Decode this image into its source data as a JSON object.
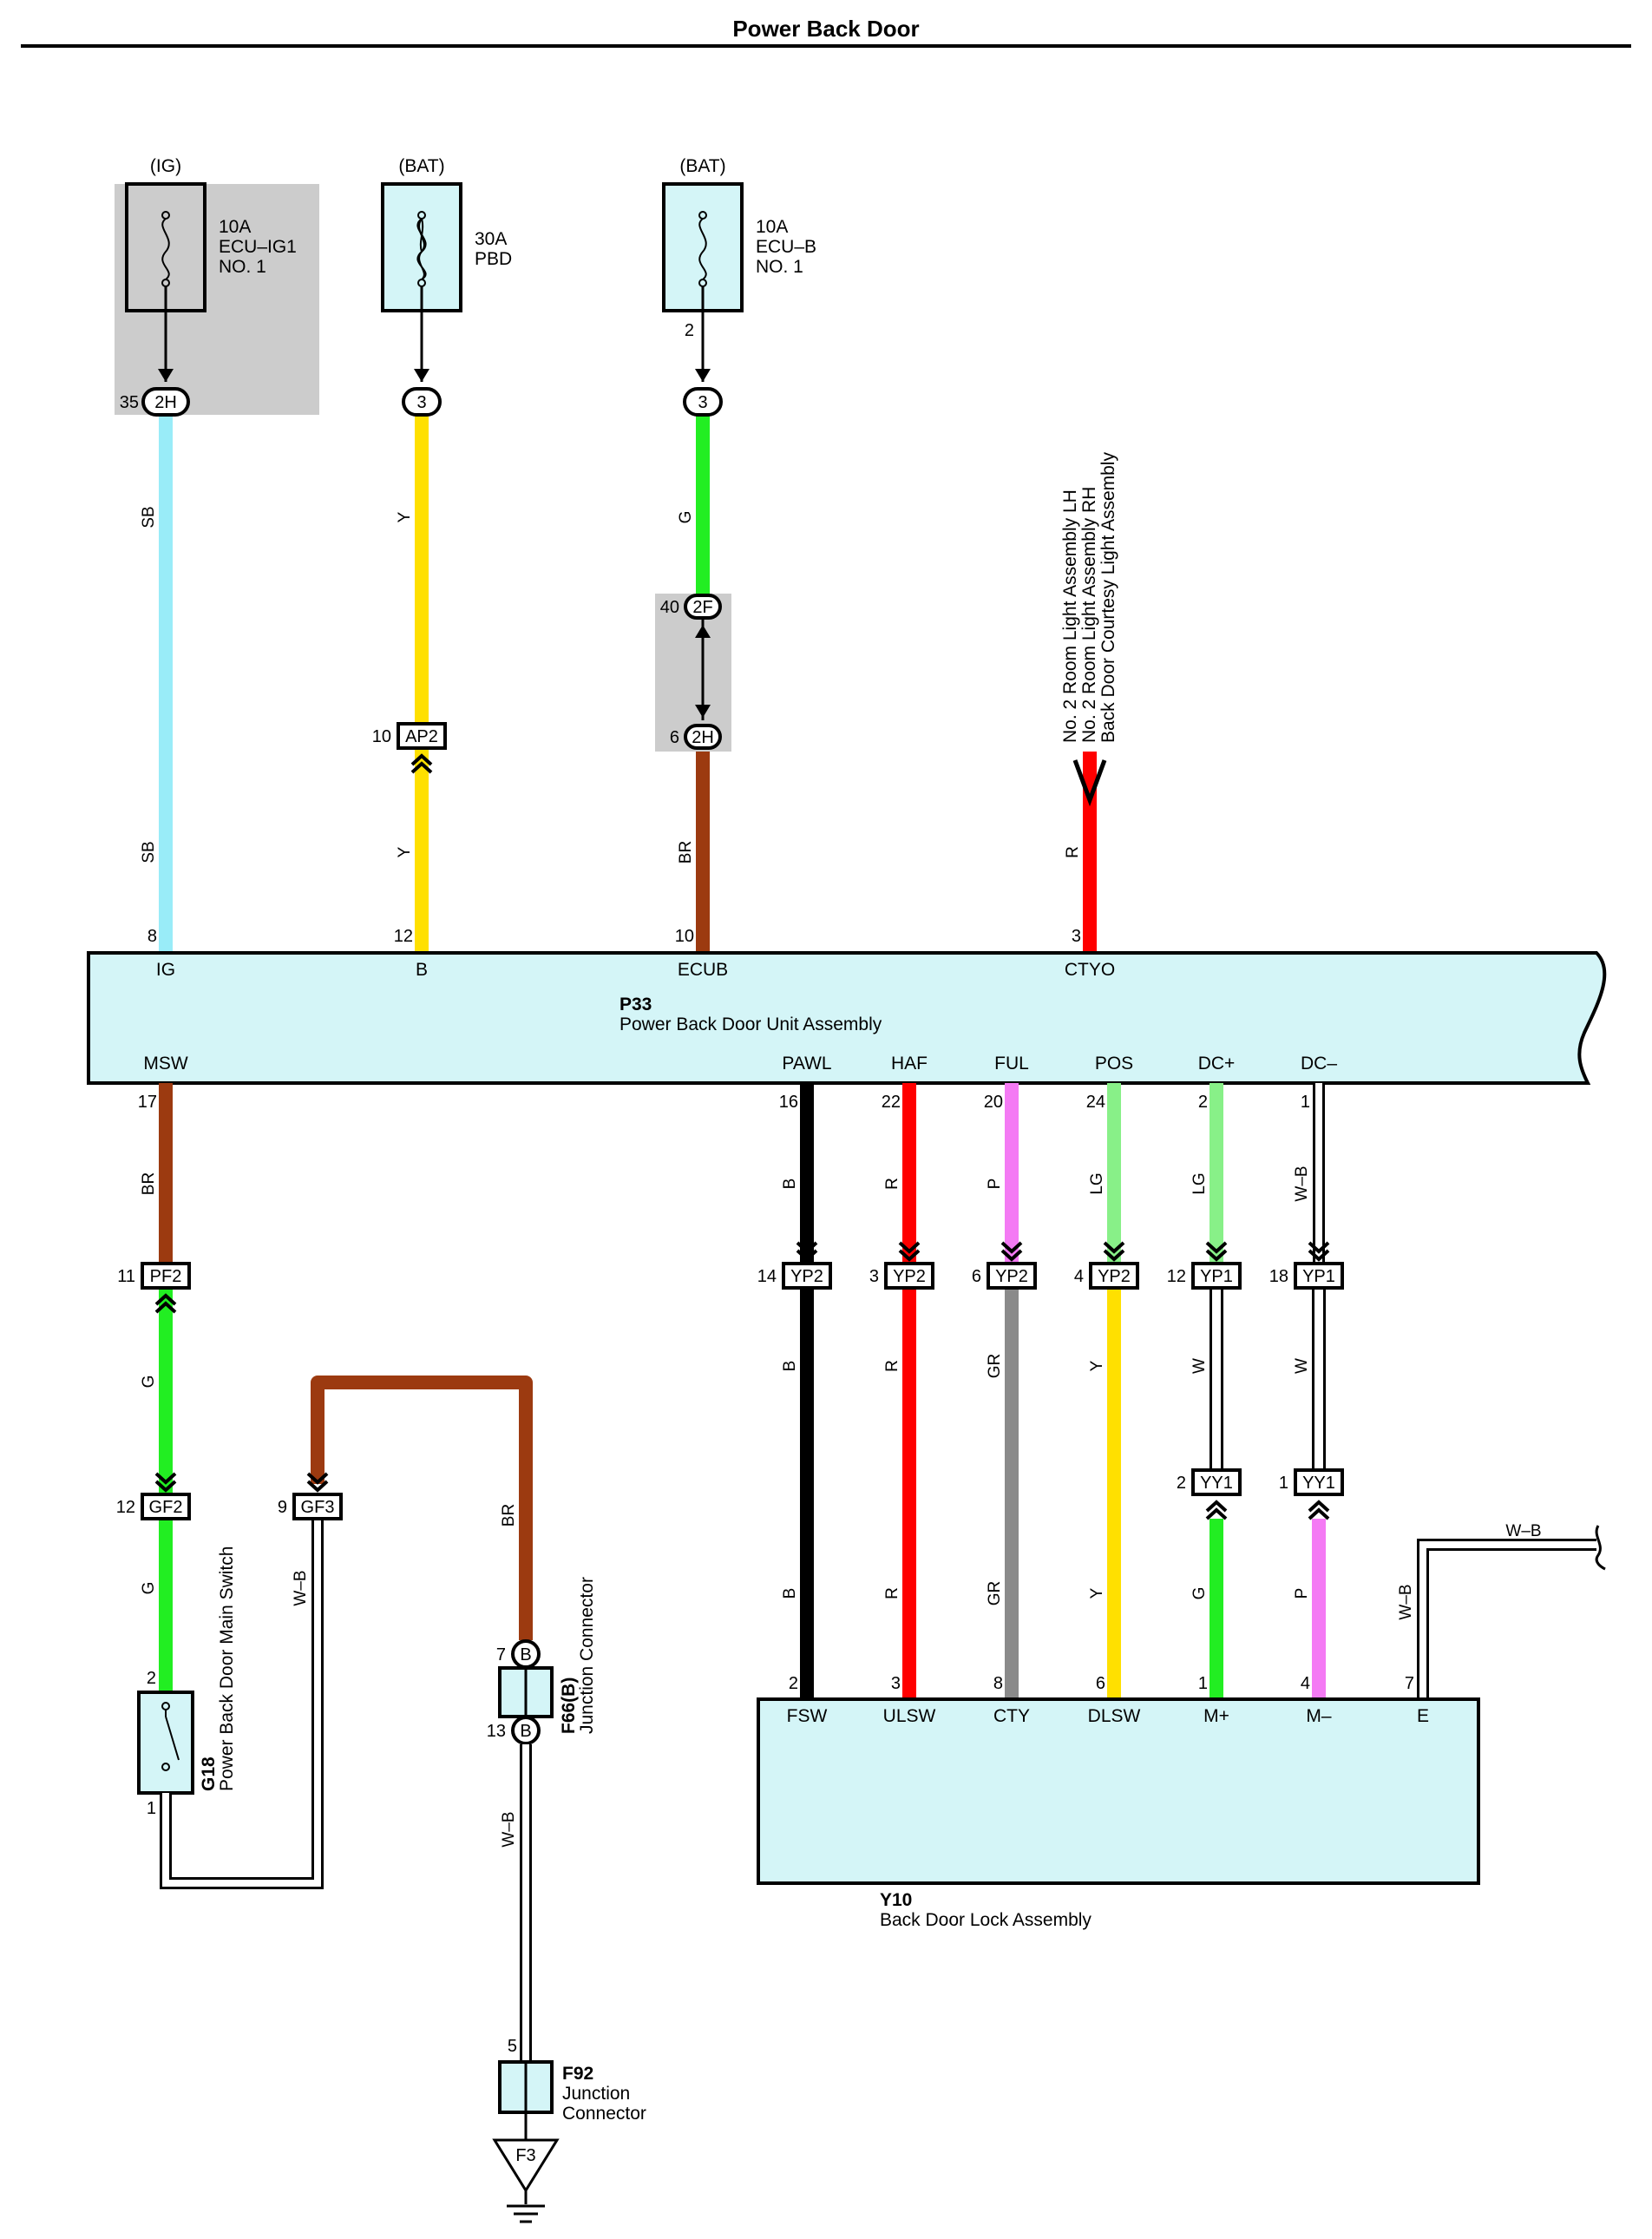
{
  "title": "Power Back Door",
  "colors": {
    "box_fill": "#d4f5f7",
    "sb": "#99ecf8",
    "y": "#ffe000",
    "g": "#22ee22",
    "br": "#9c3a10",
    "r": "#ff0000",
    "b": "#000000",
    "p": "#f47af4",
    "lg": "#88f088",
    "gr": "#8a8a8a",
    "shade": "#cccccc"
  },
  "power": {
    "ig_source": "(IG)",
    "bat_source_1": "(BAT)",
    "bat_source_2": "(BAT)",
    "fuse1": {
      "amp": "10A",
      "line1": "ECU–IG1",
      "line2": "NO. 1"
    },
    "fuse2": {
      "amp": "30A",
      "line1": "PBD"
    },
    "fuse3": {
      "amp": "10A",
      "line1": "ECU–B",
      "line2": "NO. 1",
      "pin": "2"
    }
  },
  "connectors": {
    "c2h_top": {
      "pin": "35",
      "name": "2H"
    },
    "c3_a": {
      "name": "3"
    },
    "c3_b": {
      "name": "3"
    },
    "c2f": {
      "pin": "40",
      "name": "2F"
    },
    "c2h_mid": {
      "pin": "6",
      "name": "2H"
    },
    "ap2": {
      "pin": "10",
      "name": "AP2"
    },
    "pf2": {
      "pin": "11",
      "name": "PF2"
    },
    "gf2": {
      "pin": "12",
      "name": "GF2"
    },
    "gf3": {
      "pin": "9",
      "name": "GF3"
    },
    "yp2_a": {
      "pin": "14",
      "name": "YP2"
    },
    "yp2_b": {
      "pin": "3",
      "name": "YP2"
    },
    "yp2_c": {
      "pin": "6",
      "name": "YP2"
    },
    "yp2_d": {
      "pin": "4",
      "name": "YP2"
    },
    "yp1_a": {
      "pin": "12",
      "name": "YP1"
    },
    "yp1_b": {
      "pin": "18",
      "name": "YP1"
    },
    "yy1_a": {
      "pin": "2",
      "name": "YY1"
    },
    "yy1_b": {
      "pin": "1",
      "name": "YY1"
    },
    "f66_top": {
      "pin": "7",
      "name": "B"
    },
    "f66_bot": {
      "pin": "13",
      "name": "B"
    }
  },
  "wire_codes": {
    "sb_top": "SB",
    "sb_bot": "SB",
    "y_top": "Y",
    "y_bot": "Y",
    "g_top": "G",
    "br_mid": "BR",
    "r_top": "R",
    "msw_br": "BR",
    "msw_g1": "G",
    "msw_g2": "G",
    "wb_sw": "W–B",
    "br_jc": "BR",
    "wb_jc": "W–B",
    "pawl_b1": "B",
    "pawl_b2": "B",
    "pawl_b3": "B",
    "haf_r1": "R",
    "haf_r2": "R",
    "haf_r3": "R",
    "ful_p": "P",
    "ful_gr1": "GR",
    "ful_gr2": "GR",
    "pos_lg": "LG",
    "pos_y1": "Y",
    "pos_y2": "Y",
    "dcp_lg": "LG",
    "dcp_w": "W",
    "dcp_g": "G",
    "dcm_wb": "W–B",
    "dcm_w": "W",
    "dcm_p": "P",
    "e_wb": "W–B",
    "e_wb_h": "W–B"
  },
  "room_light": {
    "line1": "No. 2 Room Light Assembly LH",
    "line2": "No. 2 Room Light Assembly RH",
    "line3": "Back Door Courtesy Light Assembly"
  },
  "p33": {
    "code": "P33",
    "name": "Power Back Door Unit Assembly",
    "top_pins": [
      {
        "num": "8",
        "label": "IG"
      },
      {
        "num": "12",
        "label": "B"
      },
      {
        "num": "10",
        "label": "ECUB"
      },
      {
        "num": "3",
        "label": "CTYO"
      }
    ],
    "bottom_pins": [
      {
        "num": "17",
        "label": "MSW"
      },
      {
        "num": "16",
        "label": "PAWL"
      },
      {
        "num": "22",
        "label": "HAF"
      },
      {
        "num": "20",
        "label": "FUL"
      },
      {
        "num": "24",
        "label": "POS"
      },
      {
        "num": "2",
        "label": "DC+"
      },
      {
        "num": "1",
        "label": "DC–"
      }
    ]
  },
  "g18": {
    "code": "G18",
    "name": "Power Back Door Main Switch",
    "pin_top": "2",
    "pin_bot": "1"
  },
  "f66": {
    "code": "F66(B)",
    "name": "Junction Connector"
  },
  "f92": {
    "code": "F92",
    "line1": "Junction",
    "line2": "Connector",
    "pin": "5"
  },
  "ground": {
    "label": "F3"
  },
  "y10": {
    "code": "Y10",
    "name": "Back Door Lock Assembly",
    "pins": [
      {
        "num": "2",
        "label": "FSW"
      },
      {
        "num": "3",
        "label": "ULSW"
      },
      {
        "num": "8",
        "label": "CTY"
      },
      {
        "num": "6",
        "label": "DLSW"
      },
      {
        "num": "1",
        "label": "M+"
      },
      {
        "num": "4",
        "label": "M–"
      },
      {
        "num": "7",
        "label": "E"
      }
    ]
  }
}
